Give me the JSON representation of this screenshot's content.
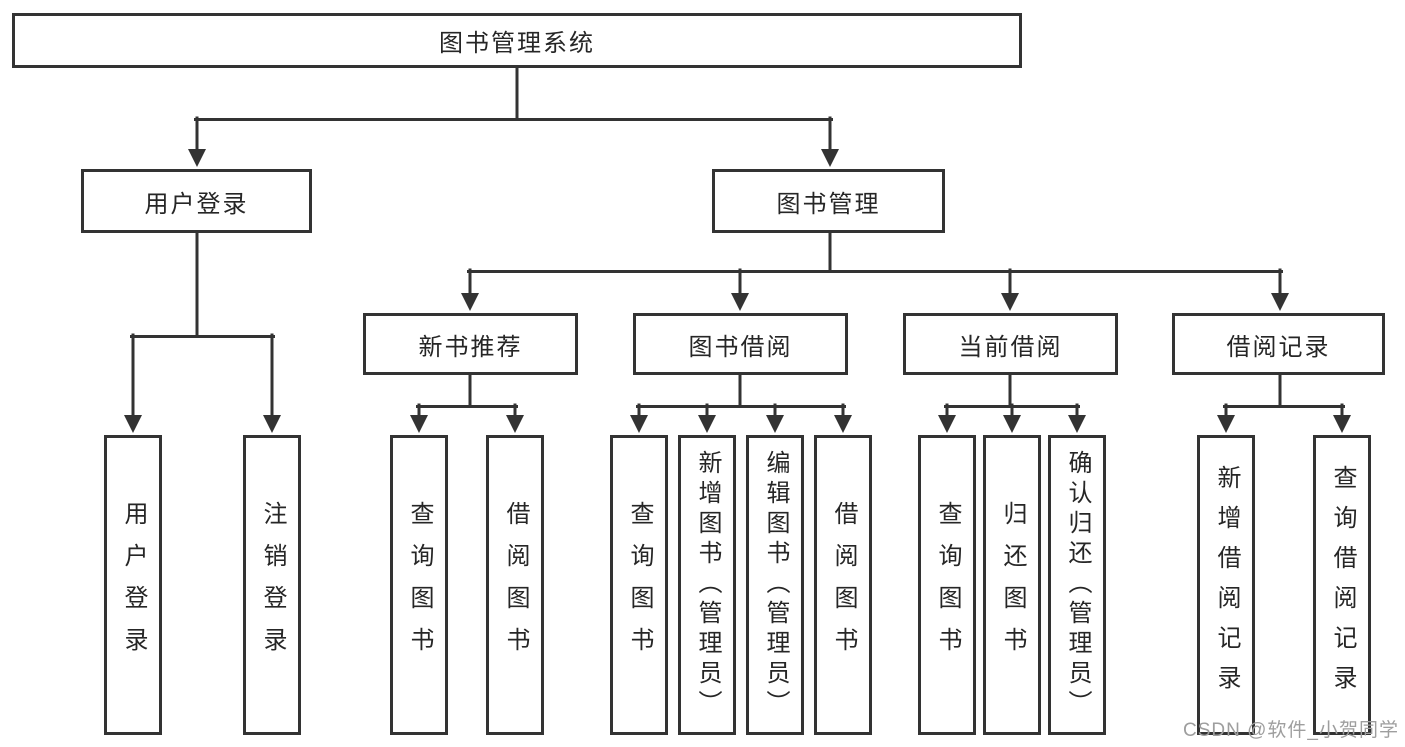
{
  "tree": {
    "label": "图书管理系统",
    "children": [
      {
        "label": "用户登录",
        "children": [
          {
            "label": "用户登录"
          },
          {
            "label": "注销登录"
          }
        ]
      },
      {
        "label": "图书管理",
        "children": [
          {
            "label": "新书推荐",
            "children": [
              {
                "label": "查询图书"
              },
              {
                "label": "借阅图书"
              }
            ]
          },
          {
            "label": "图书借阅",
            "children": [
              {
                "label": "查询图书"
              },
              {
                "label": "新增图书（管理员）"
              },
              {
                "label": "编辑图书（管理员）"
              },
              {
                "label": "借阅图书"
              }
            ]
          },
          {
            "label": "当前借阅",
            "children": [
              {
                "label": "查询图书"
              },
              {
                "label": "归还图书"
              },
              {
                "label": "确认归还（管理员）"
              }
            ]
          },
          {
            "label": "借阅记录",
            "children": [
              {
                "label": "新增借阅记录"
              },
              {
                "label": "查询借阅记录"
              }
            ]
          }
        ]
      }
    ]
  },
  "watermark": {
    "text": "CSDN @软件_小贺同学"
  },
  "colors": {
    "line": "#333333",
    "text": "#262626",
    "background": "#ffffff",
    "watermark": "#9e9e9e"
  }
}
